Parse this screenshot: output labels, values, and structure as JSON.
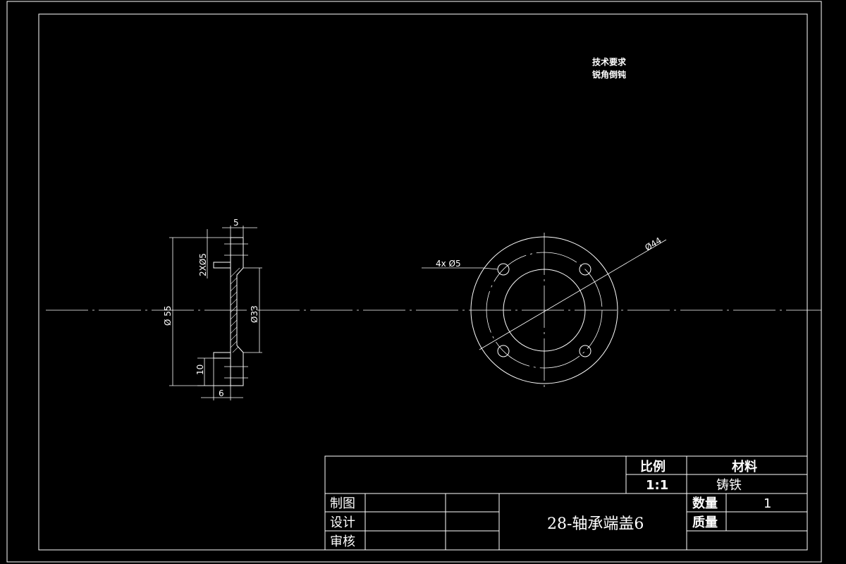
{
  "notes": {
    "title": "技术要求",
    "line1": "锐角倒钝"
  },
  "section_view": {
    "dim_width_top": "5",
    "dim_bolt_holes": "2XØ5",
    "dim_outer_diameter": "Ø 55",
    "dim_inner_diameter": "Ø33",
    "dim_height_bottom": "10",
    "dim_width_bottom": "6"
  },
  "front_view": {
    "dim_holes": "4x Ø5",
    "dim_pitch_circle": "Ø44"
  },
  "title_block": {
    "scale_label": "比例",
    "scale_value": "1:1",
    "material_label": "材料",
    "material_value": "铸铁",
    "drawn_label": "制图",
    "design_label": "设计",
    "review_label": "审核",
    "part_name": "28-轴承端盖6",
    "quantity_label": "数量",
    "quantity_value": "1",
    "mass_label": "质量"
  }
}
